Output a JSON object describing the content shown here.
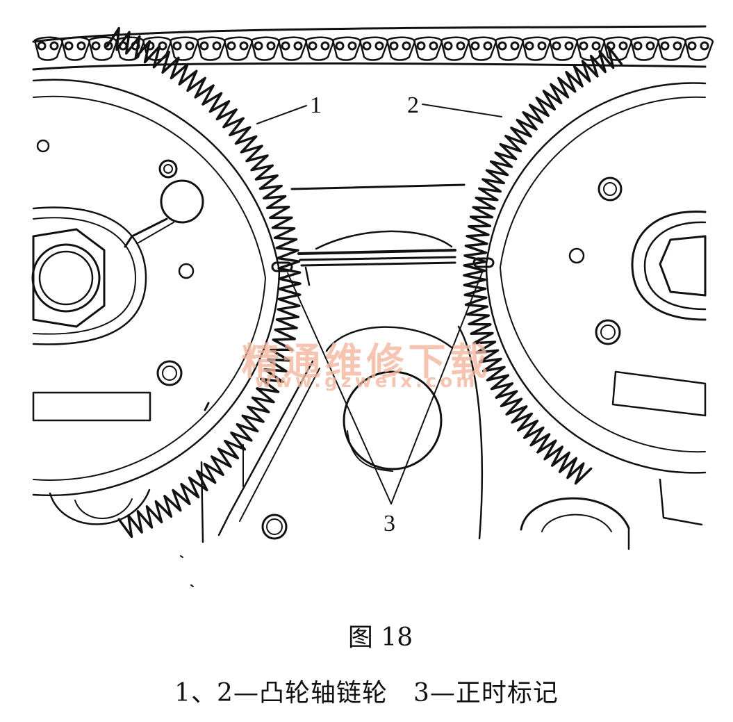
{
  "callouts": {
    "c1": "1",
    "c2": "2",
    "c3": "3"
  },
  "watermark": {
    "cn": "精通维修下载",
    "url": "www.gzweix.com"
  },
  "figure": {
    "title": "图 18",
    "caption": "1、2—凸轮轴链轮　3—正时标记"
  },
  "colors": {
    "ink": "#111111",
    "watermark": "#f4b79e",
    "background": "#ffffff"
  }
}
